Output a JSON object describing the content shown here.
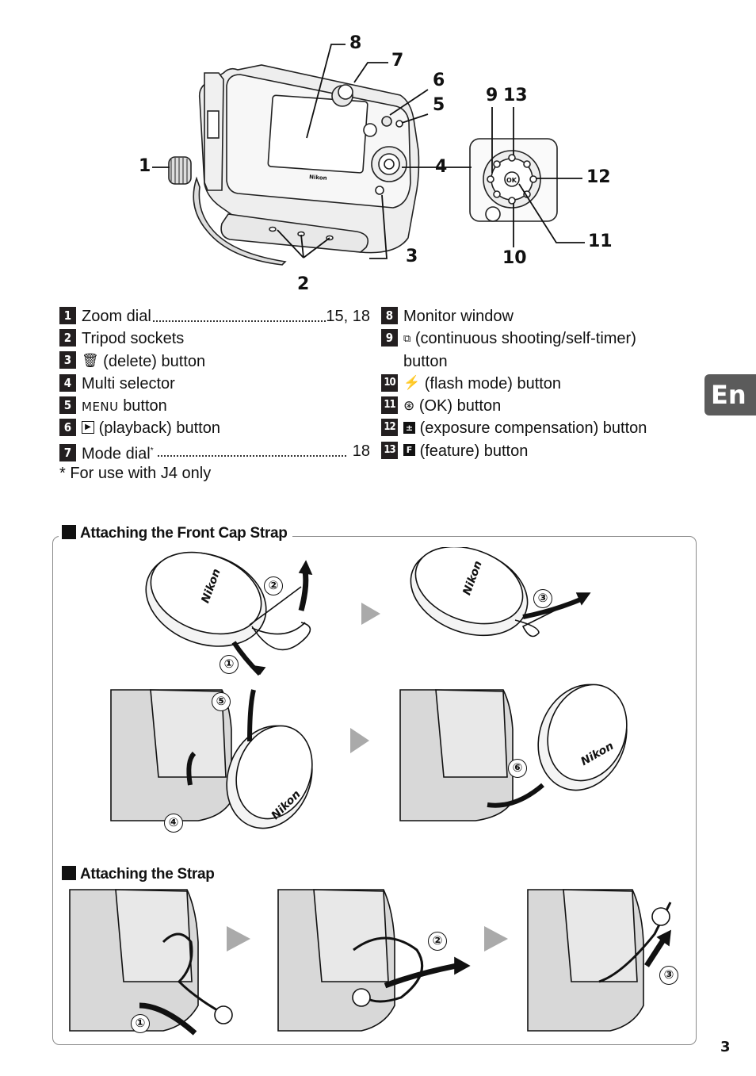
{
  "diagram": {
    "callouts": [
      "1",
      "2",
      "3",
      "4",
      "5",
      "6",
      "7",
      "8",
      "9",
      "10",
      "11",
      "12",
      "13"
    ],
    "camera_brand": "Nikon",
    "ok_label": "OK"
  },
  "legend_left": [
    {
      "num": "1",
      "text": "Zoom dial",
      "pages": "15, 18"
    },
    {
      "num": "2",
      "text": "Tripod sockets"
    },
    {
      "num": "3",
      "icon": "delete-icon",
      "text": "(delete) button"
    },
    {
      "num": "4",
      "text": "Multi selector"
    },
    {
      "num": "5",
      "icon": "MENU",
      "text": "button"
    },
    {
      "num": "6",
      "icon": "playback-icon",
      "text": "(playback) button"
    },
    {
      "num": "7",
      "text": "Mode dial",
      "sup": "*",
      "pages": "18"
    }
  ],
  "footnote": "* For use with J4 only",
  "legend_right": [
    {
      "num": "8",
      "text": "Monitor window"
    },
    {
      "num": "9",
      "icon": "continuous-self-timer-icon",
      "text": "(continuous shooting/self-timer)",
      "cont": "button"
    },
    {
      "num": "10",
      "icon": "flash-icon",
      "text": "(flash mode) button"
    },
    {
      "num": "11",
      "icon": "ok-icon",
      "text": "(OK) button"
    },
    {
      "num": "12",
      "icon": "exposure-compensation-icon",
      "text": "(exposure compensation) button"
    },
    {
      "num": "13",
      "icon": "feature-icon",
      "icon_letter": "F",
      "text": "(feature) button"
    }
  ],
  "language_tab": "En",
  "section_cap_strap": {
    "title": "Attaching the Front Cap Strap",
    "steps": [
      "①",
      "②",
      "③",
      "④",
      "⑤",
      "⑥"
    ],
    "brand": "Nikon"
  },
  "section_strap": {
    "title": "Attaching the Strap",
    "steps": [
      "①",
      "②",
      "③"
    ]
  },
  "page_number": "3"
}
